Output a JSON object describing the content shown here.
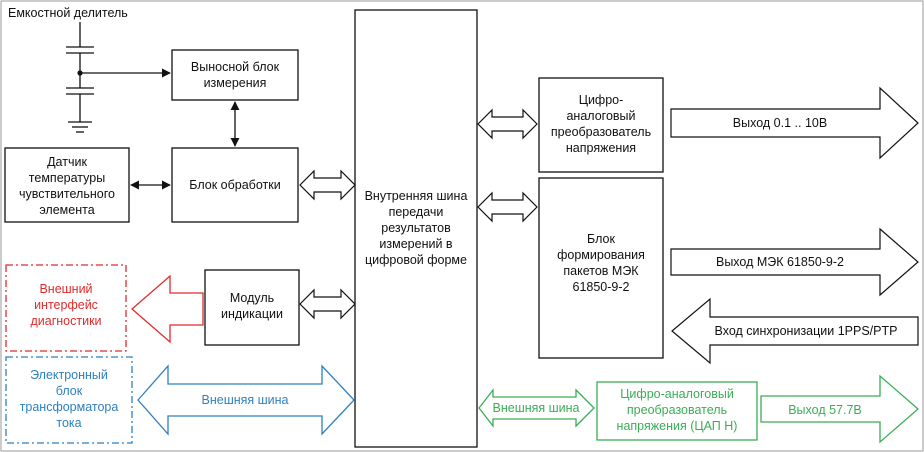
{
  "colors": {
    "line": "#111111",
    "red": "#e02b2b",
    "blue": "#2f7fc0",
    "green": "#3aae55"
  },
  "labels": {
    "capacitive_divider": "Емкостной делитель",
    "remote_unit": [
      "Выносной блок",
      "измерения"
    ],
    "temp_sensor": [
      "Датчик",
      "температуры",
      "чувствительного",
      "элемента"
    ],
    "processing_unit": "Блок обработки",
    "internal_bus": [
      "Внутренняя шина",
      "передачи",
      "результатов",
      "измерений в",
      "цифровой форме"
    ],
    "dac_voltage": [
      "Цифро-",
      "аналоговый",
      "преобразователь",
      "напряжения"
    ],
    "iec_unit": [
      "Блок",
      "формирования",
      "пакетов МЭК",
      "61850-9-2"
    ],
    "indication_module": [
      "Модуль",
      "индикации"
    ],
    "external_diag": [
      "Внешний",
      "интерфейс",
      "диагностики"
    ],
    "electronic_unit": [
      "Электронный",
      "блок",
      "трансформатора",
      "тока"
    ],
    "external_bus_left": "Внешняя шина",
    "external_bus_right": "Внешняя шина",
    "dac_h": [
      "Цифро-аналоговый",
      "преобразователь",
      "напряжения (ЦАП Н)"
    ],
    "out_010": "Выход 0.1 .. 10В",
    "out_iec": "Выход МЭК 61850-9-2",
    "sync_in": "Вход синхронизации 1PPS/PTP",
    "out_577": "Выход 57.7В"
  }
}
